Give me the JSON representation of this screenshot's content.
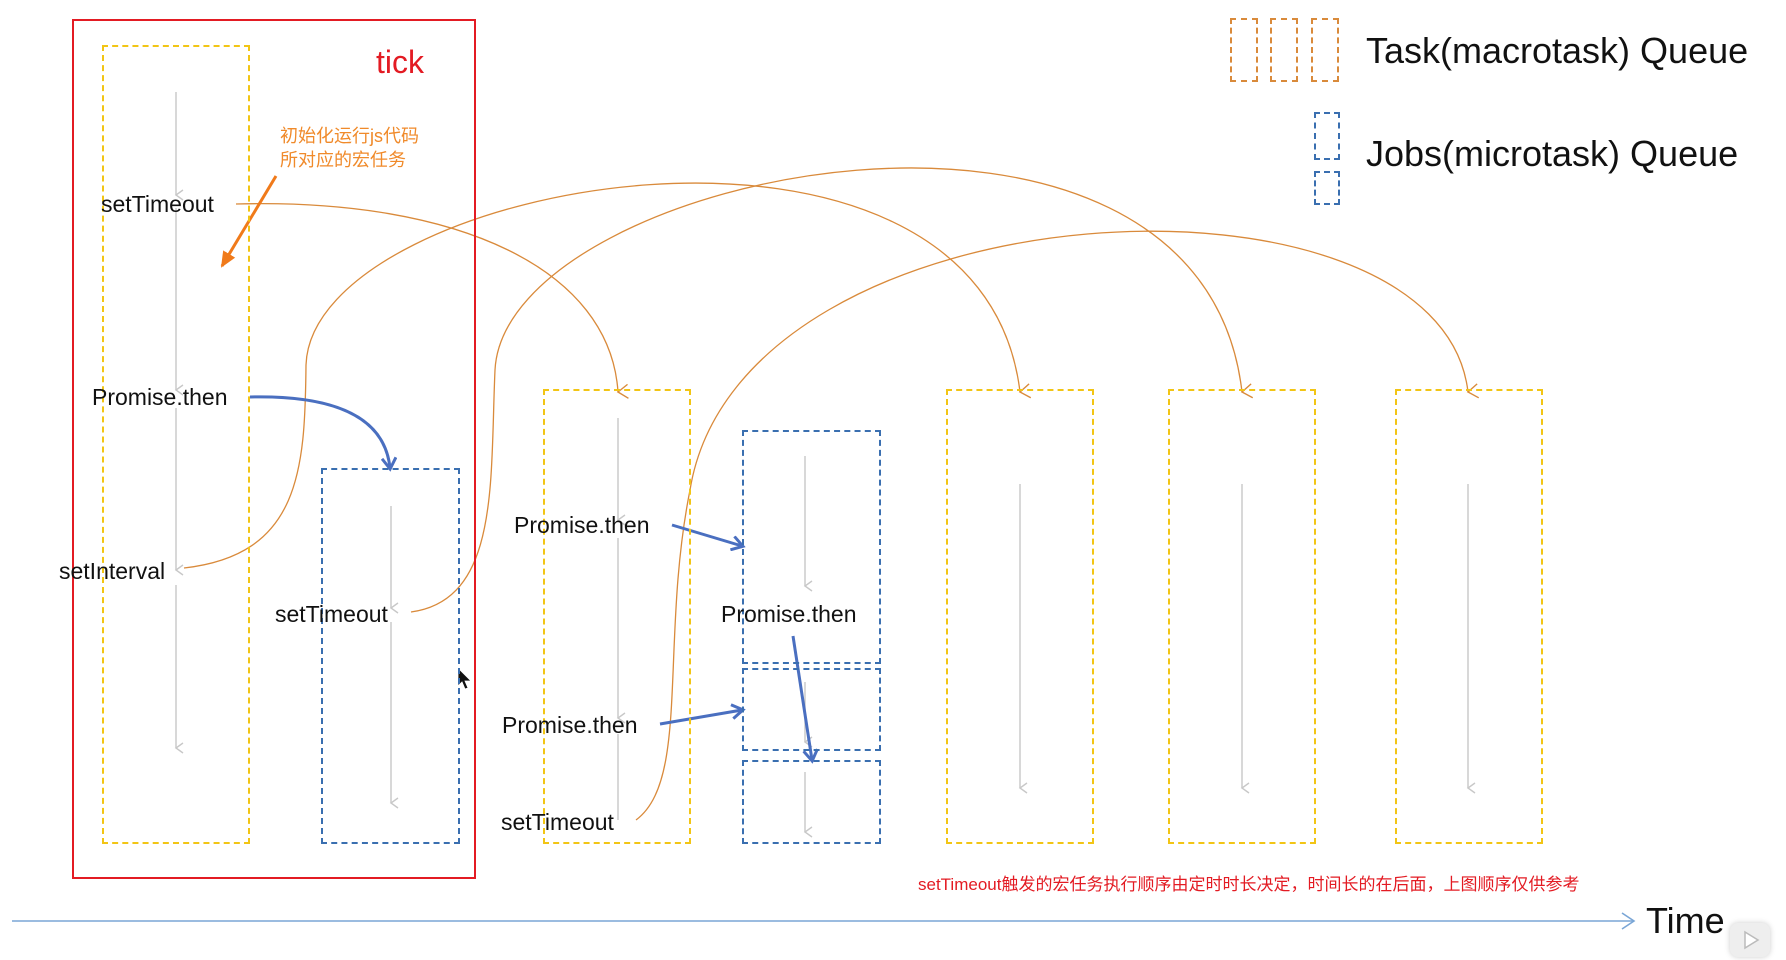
{
  "legend": {
    "macro_label": "Task(macrotask) Queue",
    "micro_label": "Jobs(microtask) Queue"
  },
  "tick_label": "tick",
  "init_note": [
    "初始化运行js代码",
    "所对应的宏任务"
  ],
  "labels": {
    "t1_settimeout": "setTimeout",
    "t1_promise_then": "Promise.then",
    "t1_setinterval": "setInterval",
    "m1_settimeout": "setTimeout",
    "t2_promise_then_1": "Promise.then",
    "t2_promise_then_2": "Promise.then",
    "t2_settimeout": "setTimeout",
    "m2_promise_then": "Promise.then"
  },
  "footnote": "setTimeout触发的宏任务执行顺序由定时时长决定，时间长的在后面，上图顺序仅供参考",
  "time_label": "Time",
  "colors": {
    "macro_border": "#f2c515",
    "micro_border": "#3a6fb0",
    "tick_border": "#e31b23",
    "schedule_curve": "#d98a3b",
    "micro_arrow": "#4a6fc0",
    "flow_arrow": "#c8c8c8",
    "time_axis": "#7aa6d6",
    "note_orange": "#f08a2a",
    "note_red": "#e31b23"
  },
  "icons": [
    "play-icon",
    "mouse-cursor-icon"
  ]
}
